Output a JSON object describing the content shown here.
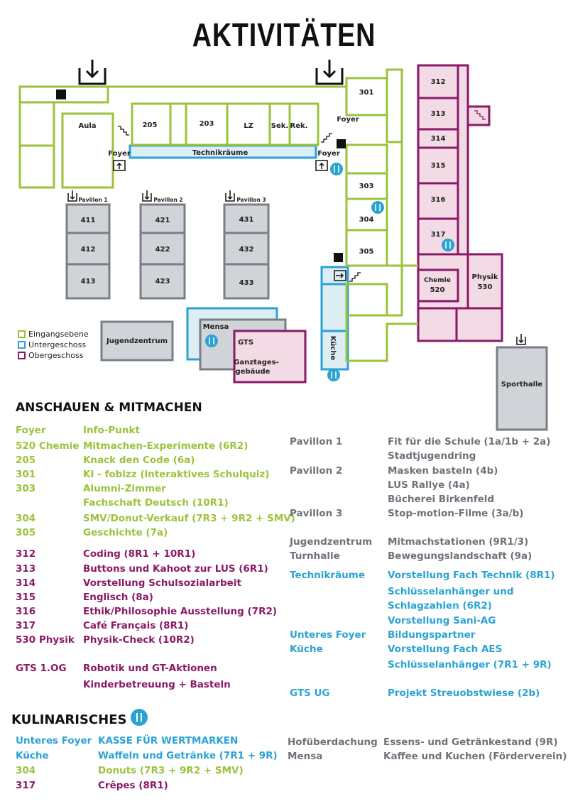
{
  "title": "AKTIVITÄTEN",
  "legend": [
    {
      "label": "Eingangsebene",
      "color": "#9cc23b"
    },
    {
      "label": "Untergeschoss",
      "color": "#2aa3d3"
    },
    {
      "label": "Obergeschoss",
      "color": "#8a1a67"
    }
  ],
  "map_labels": {
    "aula": "Aula",
    "r205": "205",
    "r203": "203",
    "lz": "LZ",
    "sek": "Sek.",
    "rek": "Rek.",
    "technik": "Technikräume",
    "foyer": "Foyer",
    "r301": "301",
    "r303": "303",
    "r304": "304",
    "r305": "305",
    "r312": "312",
    "r313": "313",
    "r314": "314",
    "r315": "315",
    "r316": "316",
    "r317": "317",
    "chemie": "Chemie",
    "r520": "520",
    "physik": "Physik",
    "r530": "530",
    "pav1": "Pavillon 1",
    "pav2": "Pavillon 2",
    "pav3": "Pavillon 3",
    "r411": "411",
    "r412": "412",
    "r413": "413",
    "r421": "421",
    "r422": "422",
    "r423": "423",
    "r431": "431",
    "r432": "432",
    "r433": "433",
    "jugendzentrum": "Jugendzentrum",
    "mensa": "Mensa",
    "gts": "GTS",
    "gts_sub1": "Ganztages-",
    "gts_sub2": "gebäude",
    "kueche": "Küche",
    "sporthalle": "Sporthalle"
  },
  "section1_title": "ANSCHAUEN & MITMACHEN",
  "left_activities": [
    {
      "place": "Foyer",
      "activity": "Info-Punkt",
      "color": "green"
    },
    {
      "place": "520 Chemie",
      "activity": "Mitmachen-Experimente (6R2)",
      "color": "green"
    },
    {
      "place": "205",
      "activity": "Knack den Code (6a)",
      "color": "green"
    },
    {
      "place": "301",
      "activity": "KI - fobizz (interaktives Schulquiz)",
      "color": "green"
    },
    {
      "place": "303",
      "activity": "Alumni-Zimmer",
      "color": "green"
    },
    {
      "place": "",
      "activity": "Fachschaft Deutsch (10R1)",
      "color": "green"
    },
    {
      "place": "304",
      "activity": "SMV/Donut-Verkauf (7R3 + 9R2 + SMV)",
      "color": "green"
    },
    {
      "place": "305",
      "activity": "Geschichte (7a)",
      "color": "green"
    },
    {
      "place": "312",
      "activity": "Coding (8R1 + 10R1)",
      "color": "purple"
    },
    {
      "place": "313",
      "activity": "Buttons und Kahoot zur LUS (6R1)",
      "color": "purple"
    },
    {
      "place": "314",
      "activity": "Vorstellung Schulsozialarbeit",
      "color": "purple"
    },
    {
      "place": "315",
      "activity": "Englisch (8a)",
      "color": "purple"
    },
    {
      "place": "316",
      "activity": "Ethik/Philosophie Ausstellung (7R2)",
      "color": "purple"
    },
    {
      "place": "317",
      "activity": "Café Français (8R1)",
      "color": "purple"
    },
    {
      "place": "530 Physik",
      "activity": "Physik-Check (10R2)",
      "color": "purple"
    },
    {
      "place": "GTS 1.OG",
      "activity": "Robotik und GT-Aktionen",
      "color": "purple"
    },
    {
      "place": "",
      "activity": "Kinderbetreuung + Basteln",
      "color": "purple"
    }
  ],
  "right_activities": [
    {
      "place": "Pavillon 1",
      "activity": "Fit für die Schule (1a/1b + 2a)",
      "color": "grey"
    },
    {
      "place": "",
      "activity": "Stadtjugendring",
      "color": "grey"
    },
    {
      "place": "Pavillon 2",
      "activity": "Masken basteln (4b)",
      "color": "grey"
    },
    {
      "place": "",
      "activity": "LUS Rallye (4a)",
      "color": "grey"
    },
    {
      "place": "",
      "activity": "Bücherei Birkenfeld",
      "color": "grey"
    },
    {
      "place": "Pavillon 3",
      "activity": "Stop-motion-Filme (3a/b)",
      "color": "grey"
    },
    {
      "place": "Jugendzentrum",
      "activity": "Mitmachstationen (9R1/3)",
      "color": "grey"
    },
    {
      "place": "Turnhalle",
      "activity": "Bewegungslandschaft (9a)",
      "color": "grey"
    },
    {
      "place": "Technikräume",
      "activity": "Vorstellung Fach Technik (8R1)",
      "color": "blue"
    },
    {
      "place": "",
      "activity": "Schlüsselanhänger und",
      "color": "blue"
    },
    {
      "place": "",
      "activity": "Schlagzahlen (6R2)",
      "color": "blue"
    },
    {
      "place": "",
      "activity": "Vorstellung Sani-AG",
      "color": "blue"
    },
    {
      "place": "Unteres Foyer",
      "activity": "Bildungspartner",
      "color": "blue"
    },
    {
      "place": "Küche",
      "activity": "Vorstellung Fach AES",
      "color": "blue"
    },
    {
      "place": "",
      "activity": "Schlüsselanhänger (7R1 + 9R)",
      "color": "blue"
    },
    {
      "place": "GTS UG",
      "activity": "Projekt Streuobstwiese (2b)",
      "color": "blue"
    }
  ],
  "section2_title": "KULINARISCHES",
  "food_left": [
    {
      "place": "Unteres Foyer",
      "activity": "KASSE  FÜR WERTMARKEN",
      "color": "blue"
    },
    {
      "place": "Küche",
      "activity": "Waffeln und Getränke (7R1 + 9R)",
      "color": "blue"
    },
    {
      "place": "304",
      "activity": "Donuts (7R3 + 9R2 + SMV)",
      "color": "green"
    },
    {
      "place": "317",
      "activity": "Crêpes (8R1)",
      "color": "purple"
    }
  ],
  "food_right": [
    {
      "place": "Hofüberdachung",
      "activity": "Essens- und Getränkestand (9R)",
      "color": "grey"
    },
    {
      "place": "Mensa",
      "activity": "Kaffee und Kuchen (Förderverein)",
      "color": "grey"
    }
  ],
  "colors": {
    "green": "#9cc23b",
    "blue": "#2aa3d3",
    "purple": "#8a1a67",
    "grey": "#6d737a"
  }
}
